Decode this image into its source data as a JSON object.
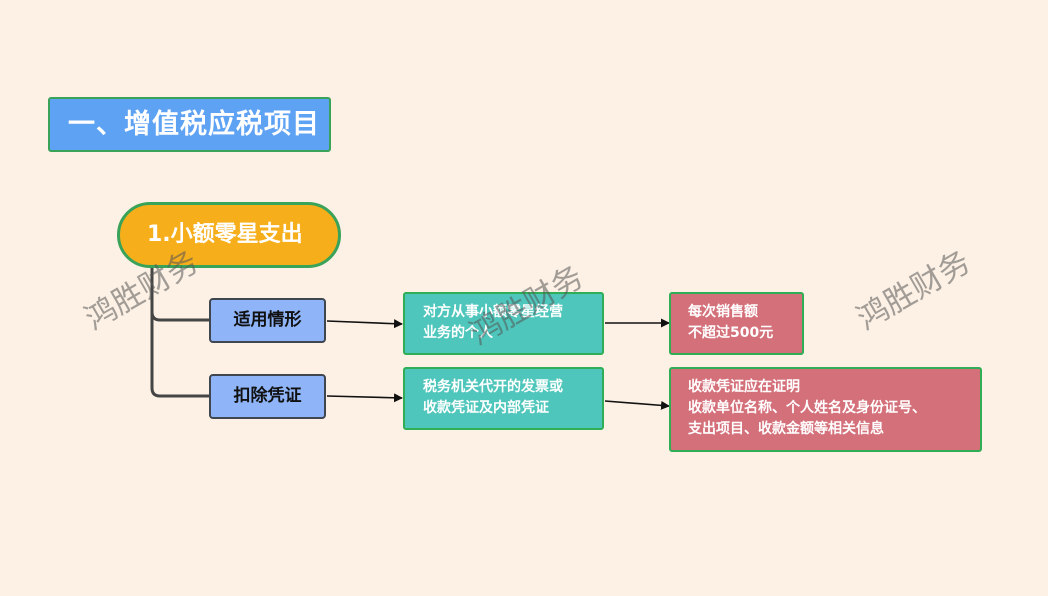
{
  "title": "一、增值税应税项目",
  "section": "1.小额零星支出",
  "rows": [
    {
      "label": "适用情形",
      "middle": [
        "对方从事小额零星经营",
        "业务的个人"
      ],
      "right": [
        "每次销售额",
        "不超过500元"
      ]
    },
    {
      "label": "扣除凭证",
      "middle": [
        "税务机关代开的发票或",
        "收款凭证及内部凭证"
      ],
      "right": [
        "收款凭证应在证明",
        "收款单位名称、个人姓名及身份证号、",
        "支出项目、收款金额等相关信息"
      ]
    }
  ],
  "watermark": "鸿胜财务",
  "colors": {
    "background": "#fdf1e5",
    "title_fill": "#5ea2f3",
    "pill_fill": "#f7ae1b",
    "label_fill": "#8fb5f8",
    "teal_fill": "#4ec6bb",
    "red_fill": "#d4707a",
    "border_green": "#2fae56"
  }
}
